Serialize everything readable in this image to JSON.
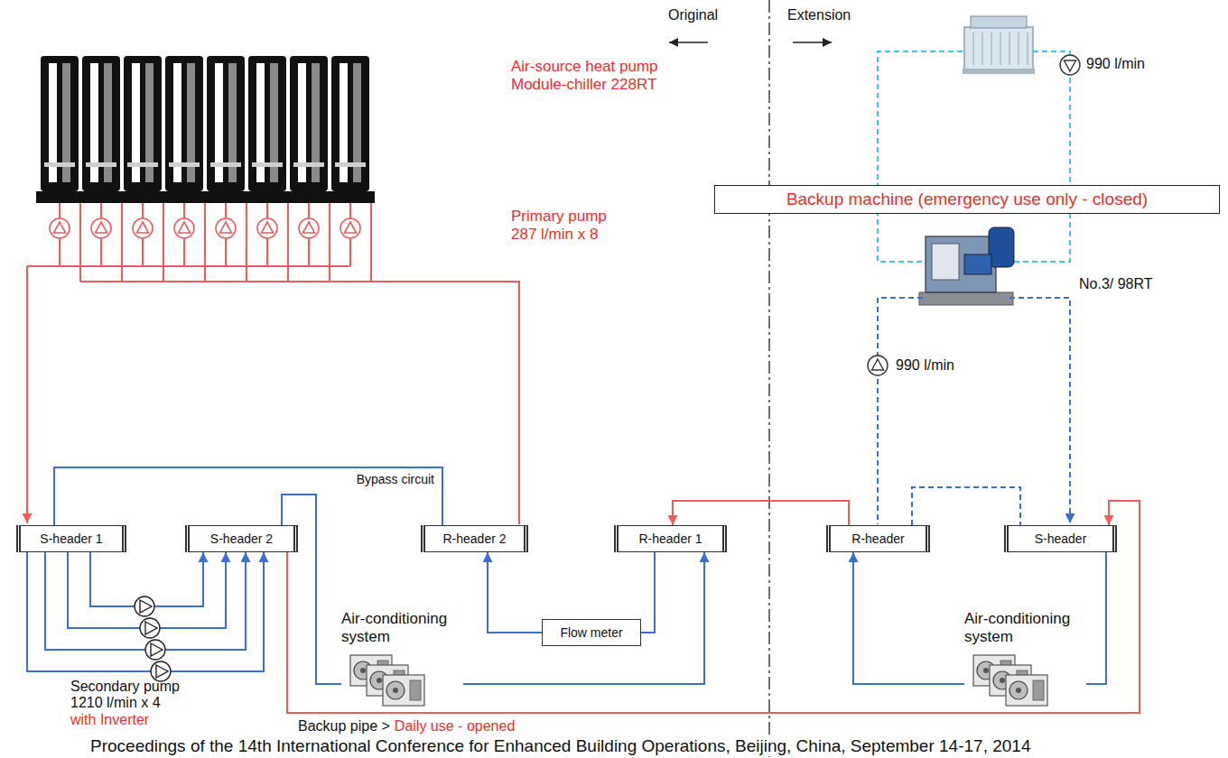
{
  "diagram": {
    "caption": "Proceedings of the 14th International Conference for Enhanced Building Operations, Beijing, China, September 14-17, 2014",
    "nodes": [
      {
        "text": [
          "Backup machine (emergency use only - closed)"
        ]
      },
      {
        "text": [
          "S-header 1"
        ]
      },
      {
        "text": [
          "S-header 2"
        ]
      },
      {
        "text": [
          "R-header 2"
        ]
      },
      {
        "text": [
          "R-header 1"
        ]
      },
      {
        "text": [
          "R-header"
        ]
      },
      {
        "text": [
          "S-header"
        ]
      },
      {
        "text": [
          "Flow meter"
        ]
      },
      {
        "text": [
          "Air-conditioning system"
        ]
      },
      {
        "text": [
          "Air-conditioning system"
        ]
      }
    ],
    "edges": [
      {
        "from": 1,
        "to": 2,
        "arrow": "to"
      },
      {
        "from": 1,
        "to": 2,
        "arrow": "to"
      },
      {
        "from": 1,
        "to": 2,
        "arrow": "to"
      },
      {
        "from": 1,
        "to": 2,
        "arrow": "to"
      },
      {
        "from": 1,
        "to": 3,
        "arrow": "none",
        "label": "Bypass circuit"
      },
      {
        "from": 2,
        "to": 8,
        "arrow": "none"
      },
      {
        "from": 8,
        "to": 4,
        "arrow": "to"
      },
      {
        "from": 4,
        "to": 7,
        "arrow": "none"
      },
      {
        "from": 7,
        "to": 3,
        "arrow": "to"
      },
      {
        "from": 5,
        "to": 4,
        "arrow": "to"
      },
      {
        "from": 2,
        "to": 6,
        "arrow": "to"
      },
      {
        "from": 6,
        "to": 9,
        "arrow": "none"
      },
      {
        "from": 9,
        "to": 5,
        "arrow": "to"
      },
      {
        "from": 5,
        "to": 6,
        "arrow": "none"
      }
    ],
    "labels": [
      "Original",
      "Extension",
      "Air-source heat pump Module-chiller 228RT",
      "Primary pump 287 l/min x 8",
      "990 l/min",
      "No.3/ 98RT",
      "990 l/min",
      "Secondary pump 1210 l/min x 4",
      "with Inverter",
      "Backup pipe >",
      "Daily use - opened"
    ]
  }
}
